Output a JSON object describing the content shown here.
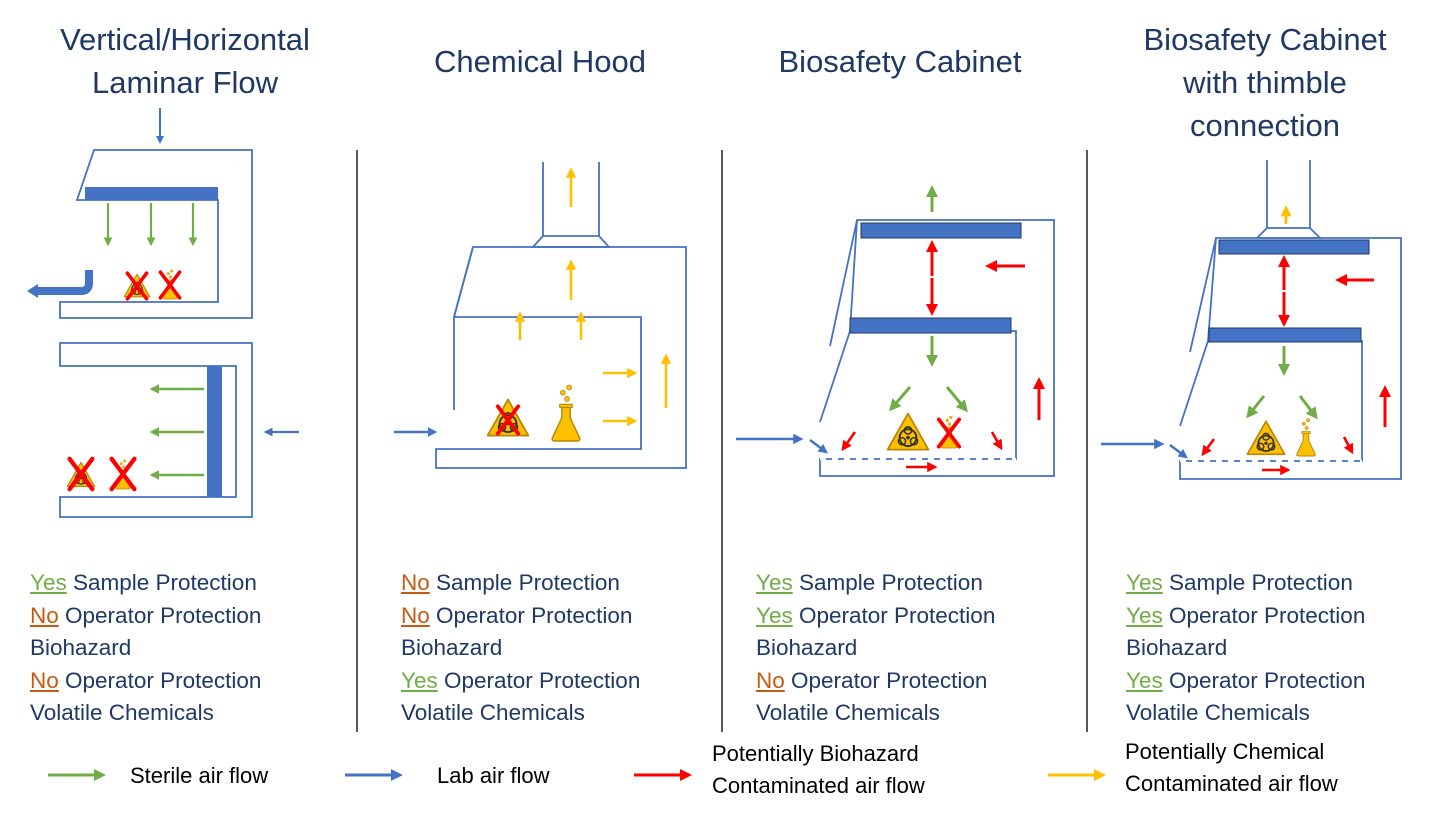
{
  "titles": {
    "laminar": [
      "Vertical/Horizontal",
      "Laminar Flow"
    ],
    "hood": [
      "Chemical Hood"
    ],
    "bsc": [
      "Biosafety Cabinet"
    ],
    "thimble": [
      "Biosafety Cabinet",
      "with thimble",
      "connection"
    ]
  },
  "panels": [
    {
      "sample": {
        "status": "Yes",
        "label": "Sample Protection"
      },
      "operator_bio": {
        "status": "No",
        "label": "Operator Protection",
        "label2": "Biohazard"
      },
      "operator_chem": {
        "status": "No",
        "label": "Operator Protection",
        "label2": "Volatile Chemicals"
      }
    },
    {
      "sample": {
        "status": "No",
        "label": "Sample Protection"
      },
      "operator_bio": {
        "status": "No",
        "label": "Operator Protection",
        "label2": "Biohazard"
      },
      "operator_chem": {
        "status": "Yes",
        "label": "Operator Protection",
        "label2": "Volatile Chemicals"
      }
    },
    {
      "sample": {
        "status": "Yes",
        "label": "Sample Protection"
      },
      "operator_bio": {
        "status": "Yes",
        "label": "Operator Protection",
        "label2": "Biohazard"
      },
      "operator_chem": {
        "status": "No",
        "label": "Operator Protection",
        "label2": "Volatile Chemicals"
      }
    },
    {
      "sample": {
        "status": "Yes",
        "label": "Sample Protection"
      },
      "operator_bio": {
        "status": "Yes",
        "label": "Operator Protection",
        "label2": "Biohazard"
      },
      "operator_chem": {
        "status": "Yes",
        "label": "Operator Protection",
        "label2": "Volatile Chemicals"
      }
    }
  ],
  "legend": {
    "sterile": {
      "label": "Sterile air flow",
      "color": "#70ad47"
    },
    "lab": {
      "label": "Lab air flow",
      "color": "#4472c4"
    },
    "bio": {
      "label1": "Potentially Biohazard",
      "label2": "Contaminated air flow",
      "color": "#ff0000"
    },
    "chem": {
      "label1": "Potentially Chemical",
      "label2": "Contaminated air flow",
      "color": "#ffc000"
    }
  },
  "colors": {
    "title": "#1f3864",
    "outline": "#4472c4",
    "filter": "#4472c4",
    "yes": "#70ad47",
    "no": "#c55a11",
    "hazard_fill": "#ffc000"
  },
  "icons": [
    "biohazard-icon",
    "flask-icon",
    "red-x-icon"
  ]
}
